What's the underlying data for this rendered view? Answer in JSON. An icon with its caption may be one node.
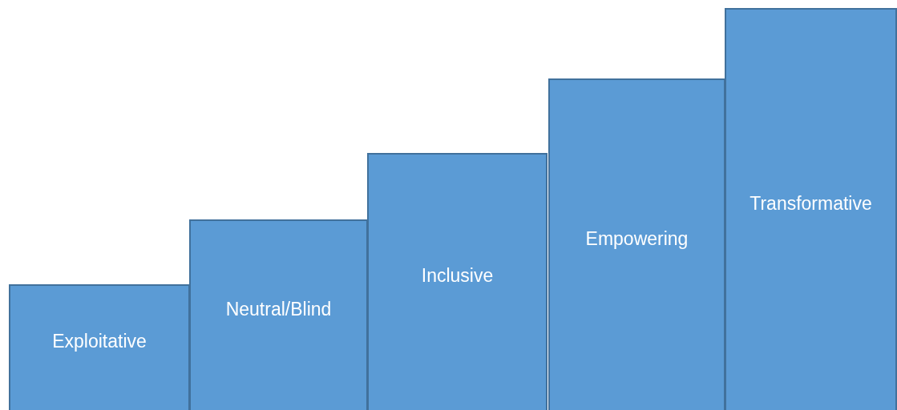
{
  "diagram": {
    "nodes": [
      {
        "text": [
          "Exploitative"
        ]
      },
      {
        "text": [
          "Neutral/Blind"
        ]
      },
      {
        "text": [
          "Inclusive"
        ]
      },
      {
        "text": [
          "Empowering"
        ]
      },
      {
        "text": [
          "Transformative"
        ]
      }
    ]
  }
}
